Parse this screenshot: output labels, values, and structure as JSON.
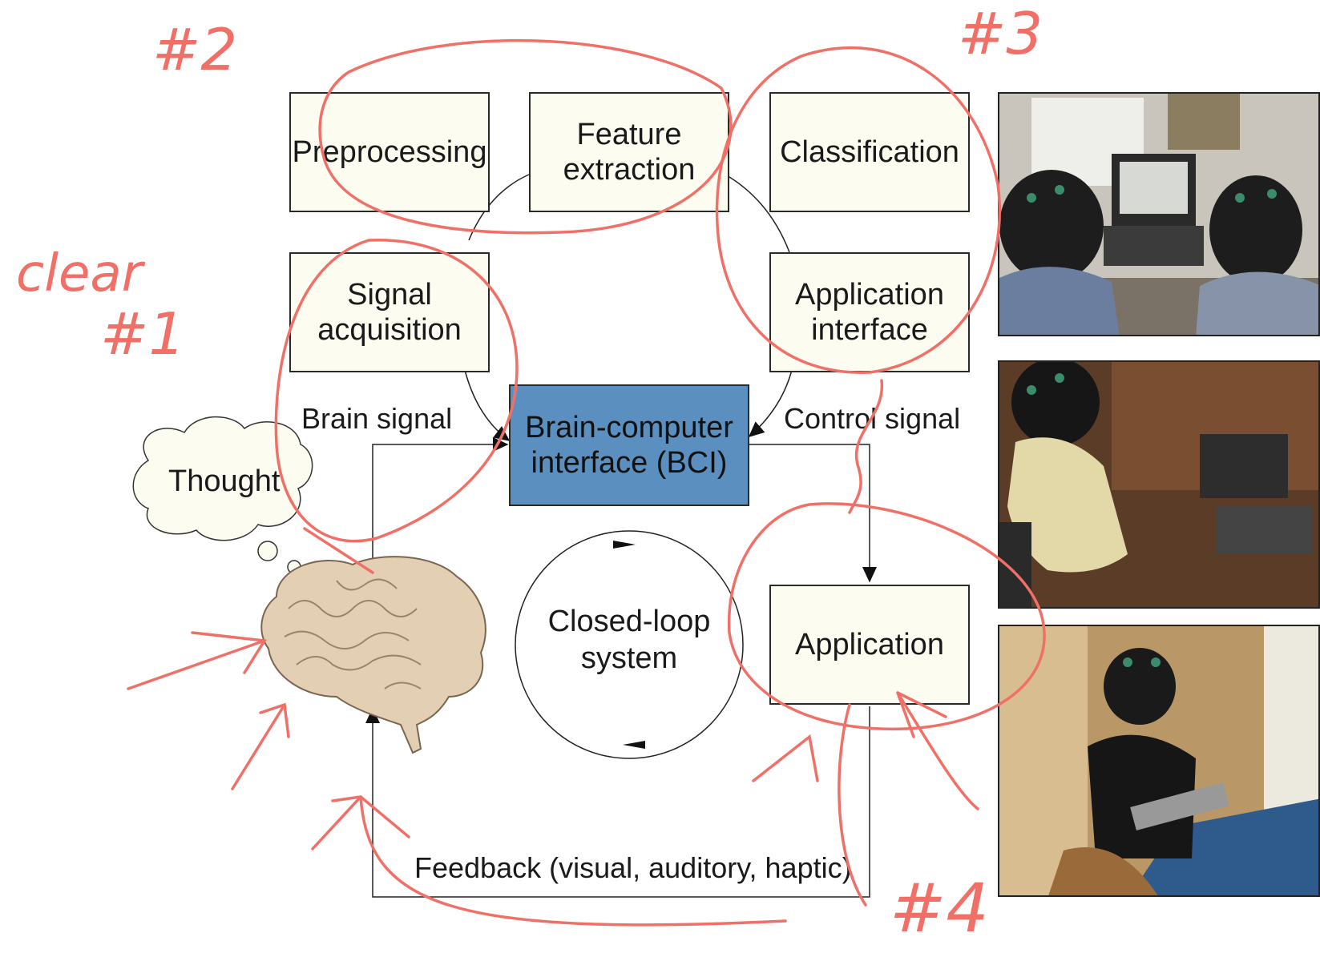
{
  "diagram": {
    "boxes": {
      "preprocessing": "Preprocessing",
      "feature_extraction": "Feature\nextraction",
      "classification": "Classification",
      "signal_acquisition": "Signal\nacquisition",
      "application_interface": "Application\ninterface",
      "bci": "Brain-computer\ninterface (BCI)",
      "application": "Application"
    },
    "labels": {
      "brain_signal": "Brain signal",
      "control_signal": "Control signal",
      "thought": "Thought",
      "closed_loop": "Closed-loop\nsystem",
      "feedback": "Feedback (visual, auditory, haptic)"
    }
  },
  "annotations": {
    "mark_2": "#2",
    "mark_3": "#3",
    "mark_1_word": "clear",
    "mark_1_num": "#1",
    "mark_4": "#4"
  },
  "colors": {
    "bci_fill": "#5b8fc0",
    "box_fill": "#fcfcf1",
    "annotation": "#f07068"
  }
}
